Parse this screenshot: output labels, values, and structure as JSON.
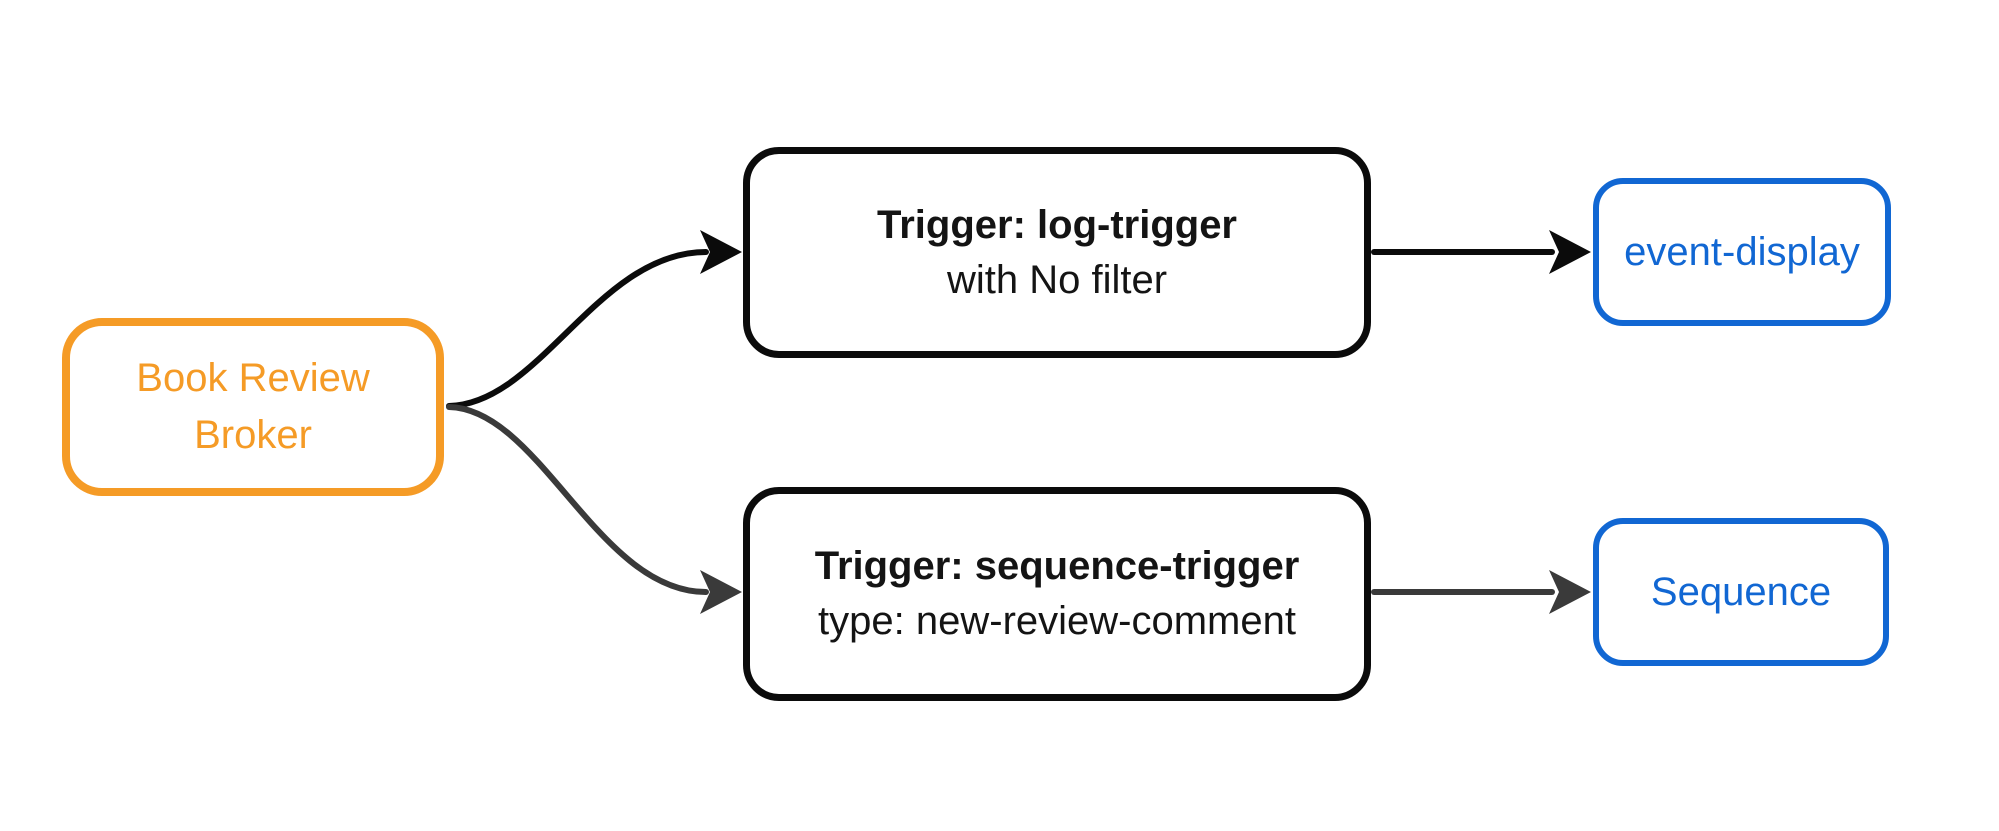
{
  "diagram": {
    "type": "flowchart",
    "direction": "left-to-right",
    "background": "#ffffff",
    "colors": {
      "broker_accent": "#f59b26",
      "trigger_border": "#0b0b0b",
      "trigger_text": "#141414",
      "sink_accent": "#1167d3",
      "edge_primary": "#0b0b0b",
      "edge_secondary": "#3a3a3a"
    },
    "nodes": {
      "broker": {
        "line1": "Book Review",
        "line2": "Broker"
      },
      "log_trigger": {
        "title": "Trigger: log-trigger",
        "subtitle": "with No filter"
      },
      "sequence_trigger": {
        "title": "Trigger: sequence-trigger",
        "subtitle": "type: new-review-comment"
      },
      "event_display": {
        "label": "event-display"
      },
      "sequence": {
        "label": "Sequence"
      }
    },
    "edges": [
      {
        "from": "broker",
        "to": "log_trigger"
      },
      {
        "from": "broker",
        "to": "sequence_trigger"
      },
      {
        "from": "log_trigger",
        "to": "event_display"
      },
      {
        "from": "sequence_trigger",
        "to": "sequence"
      }
    ]
  }
}
